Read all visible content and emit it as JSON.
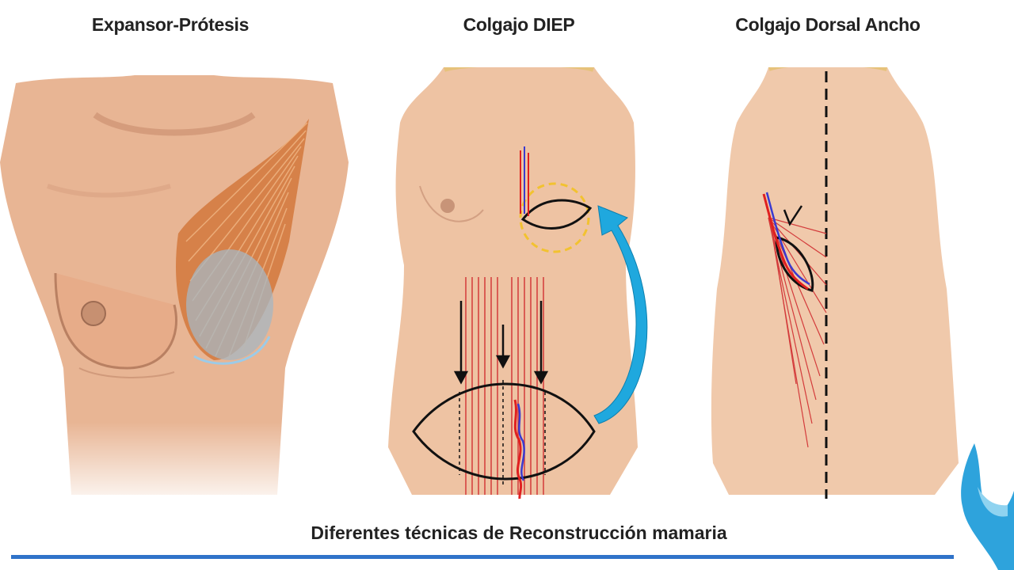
{
  "headings": {
    "expansor": "Expansor-Prótesis",
    "diep": "Colgajo DIEP",
    "dorsal": "Colgajo Dorsal Ancho"
  },
  "caption": "Diferentes técnicas de Reconstrucción mamaria",
  "colors": {
    "skin": "#eec3a3",
    "muscle": "#d2783c",
    "implant": "#a7b7c2",
    "vessel_red": "#e02020",
    "vessel_blue": "#3a3ad0",
    "flap_outline": "#111111",
    "transfer_arrow": "#1fa8de",
    "circle_dashed": "#f2c230",
    "rule": "#2f73c9"
  }
}
